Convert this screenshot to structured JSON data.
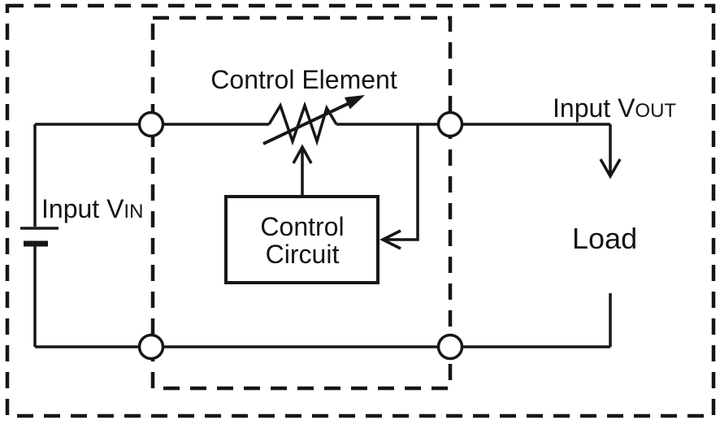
{
  "diagram": {
    "type": "linear-regulator-block-diagram",
    "colors": {
      "line": "#161616",
      "background": "#ffffff"
    },
    "labels": {
      "control_element": "Control Element",
      "control_circuit": {
        "line1": "Control",
        "line2": "Circuit"
      },
      "input": {
        "prefix": "Input V",
        "subscript": "IN"
      },
      "output": {
        "prefix": "Input V",
        "subscript": "OUT"
      },
      "load": "Load"
    }
  }
}
